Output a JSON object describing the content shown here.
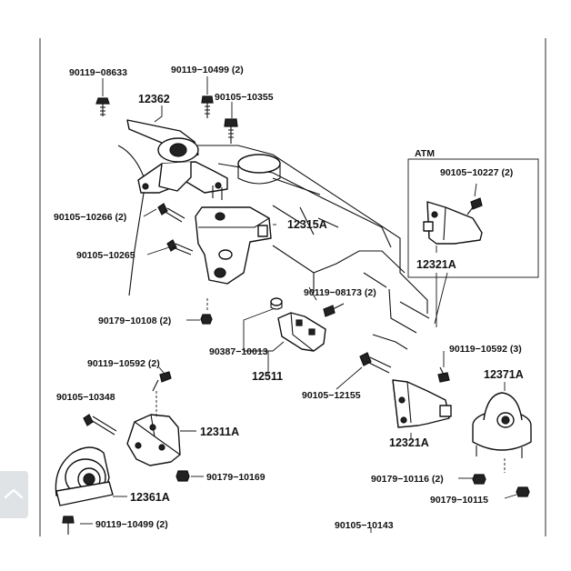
{
  "labels": {
    "p1": "90119−08633",
    "p2": "90119−10499 (2)",
    "p3": "12362",
    "p4": "90105−10355",
    "p5": "90105−10266 (2)",
    "p6": "12315A",
    "p7": "90105−10265",
    "p8": "90119−08173 (2)",
    "p9": "90179−10108 (2)",
    "p10": "90387−10013",
    "p11": "12511",
    "p12": "90119−10592 (2)",
    "p13": "90105−10348",
    "p14": "12311A",
    "p15": "90179−10169",
    "p16": "12361A",
    "p17": "90119−10499 (2)",
    "p18": "90105−12155",
    "p19": "12321A",
    "p20": "90119−10592 (3)",
    "p21": "12371A",
    "p22": "90179−10116 (2)",
    "p23": "90179−10115",
    "p24": "90105−10143"
  },
  "atm_box": {
    "title": "ATM",
    "bolt": "90105−10227 (2)",
    "part": "12321A"
  },
  "scroll_button": {
    "icon": "chevron-up-icon"
  }
}
